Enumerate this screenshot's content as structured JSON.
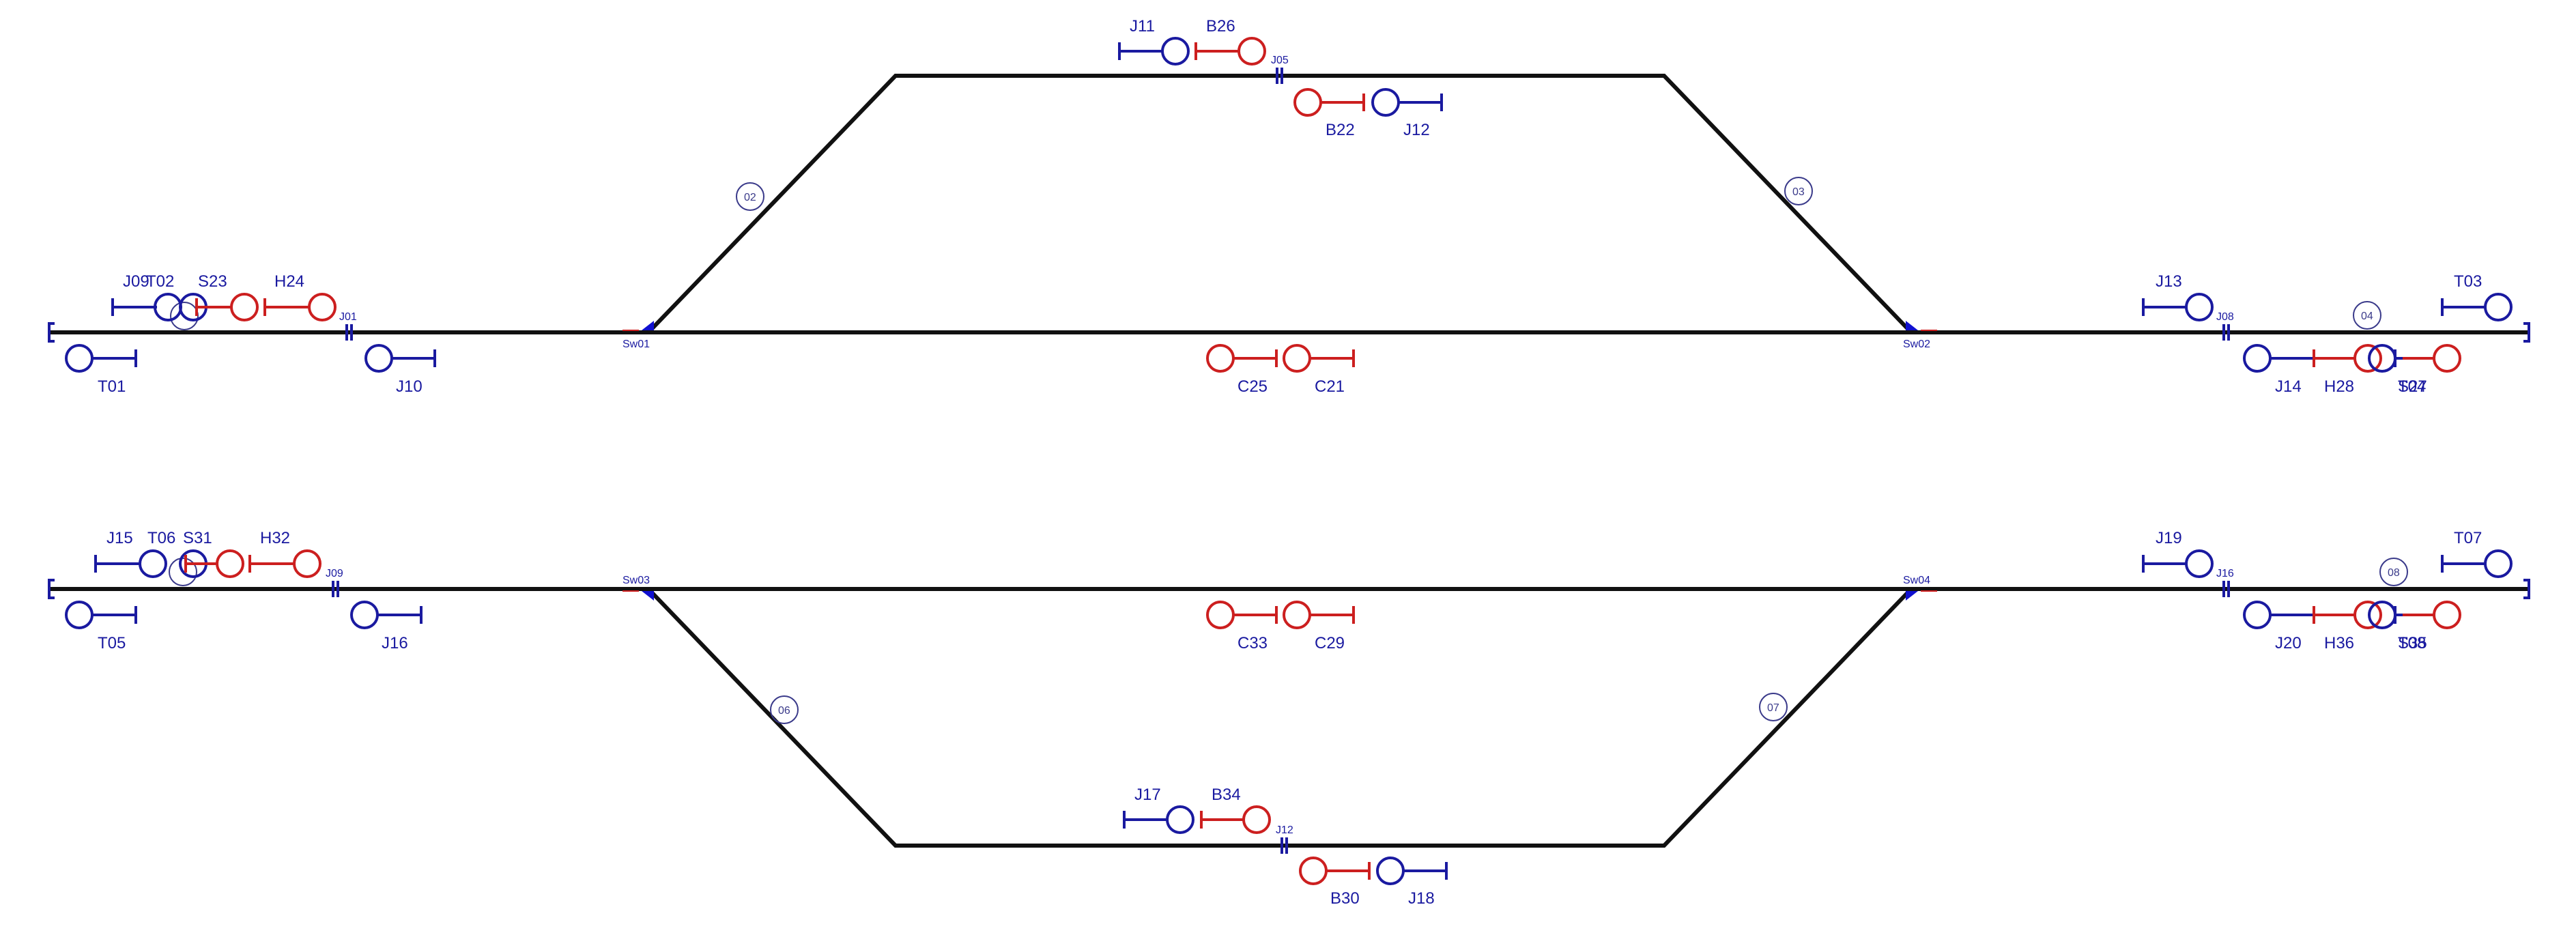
{
  "colors": {
    "track": "#111111",
    "blue": "#1a1aa0",
    "red": "#cc1f1f",
    "switch": "#1010d0"
  },
  "switches": {
    "sw01": "Sw01",
    "sw02": "Sw02",
    "sw03": "Sw03",
    "sw04": "Sw04"
  },
  "routes": {
    "r02": "02",
    "r03": "03",
    "r04": "04",
    "r06": "06",
    "r07": "07",
    "r08": "08"
  },
  "joints": {
    "j01": "J01",
    "j05": "J05",
    "j08": "J08",
    "j09": "J09",
    "j12": "J12",
    "j16": "J16"
  },
  "signals": {
    "J09": "J09",
    "T02": "T02",
    "S23": "S23",
    "H24": "H24",
    "T01": "T01",
    "J10": "J10",
    "J11": "J11",
    "B26": "B26",
    "B22": "B22",
    "J12": "J12",
    "C25": "C25",
    "C21": "C21",
    "J13": "J13",
    "T03": "T03",
    "J14": "J14",
    "H28": "H28",
    "T04": "T04",
    "S27": "S27",
    "J15": "J15",
    "T06": "T06",
    "S31": "S31",
    "H32": "H32",
    "T05": "T05",
    "J16": "J16",
    "J17": "J17",
    "B34": "B34",
    "B30": "B30",
    "J18": "J18",
    "C33": "C33",
    "C29": "C29",
    "J19": "J19",
    "T07": "T07",
    "J20": "J20",
    "H36": "H36",
    "T08": "T08",
    "S35": "S35"
  }
}
